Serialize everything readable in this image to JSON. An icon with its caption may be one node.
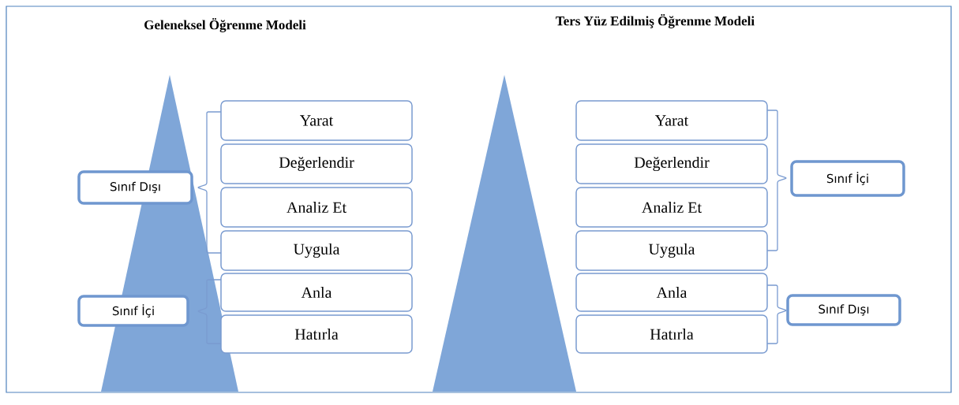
{
  "diagram": {
    "nodes": [
      {
        "text": [
          "Yarat"
        ]
      },
      {
        "text": [
          "Değerlendir"
        ]
      },
      {
        "text": [
          "Analiz Et"
        ]
      },
      {
        "text": [
          "Uygula"
        ]
      },
      {
        "text": [
          "Anla"
        ]
      },
      {
        "text": [
          "Hatırla"
        ]
      },
      {
        "text": [
          "Sınıf Dışı"
        ]
      },
      {
        "text": [
          "Sınıf İçi"
        ]
      },
      {
        "text": [
          "Yarat"
        ]
      },
      {
        "text": [
          "Değerlendir"
        ]
      },
      {
        "text": [
          "Analiz Et"
        ]
      },
      {
        "text": [
          "Uygula"
        ]
      },
      {
        "text": [
          "Anla"
        ]
      },
      {
        "text": [
          "Hatırla"
        ]
      },
      {
        "text": [
          "Sınıf İçi"
        ]
      },
      {
        "text": [
          "Sınıf Dışı"
        ]
      },
      {
        "text": [],
        "shape": "triangle"
      },
      {
        "text": [],
        "shape": "triangle"
      }
    ],
    "labels": [
      "Geleneksel Öğrenme Modeli",
      "Ters Yüz Edilmiş Öğrenme Modeli"
    ]
  }
}
